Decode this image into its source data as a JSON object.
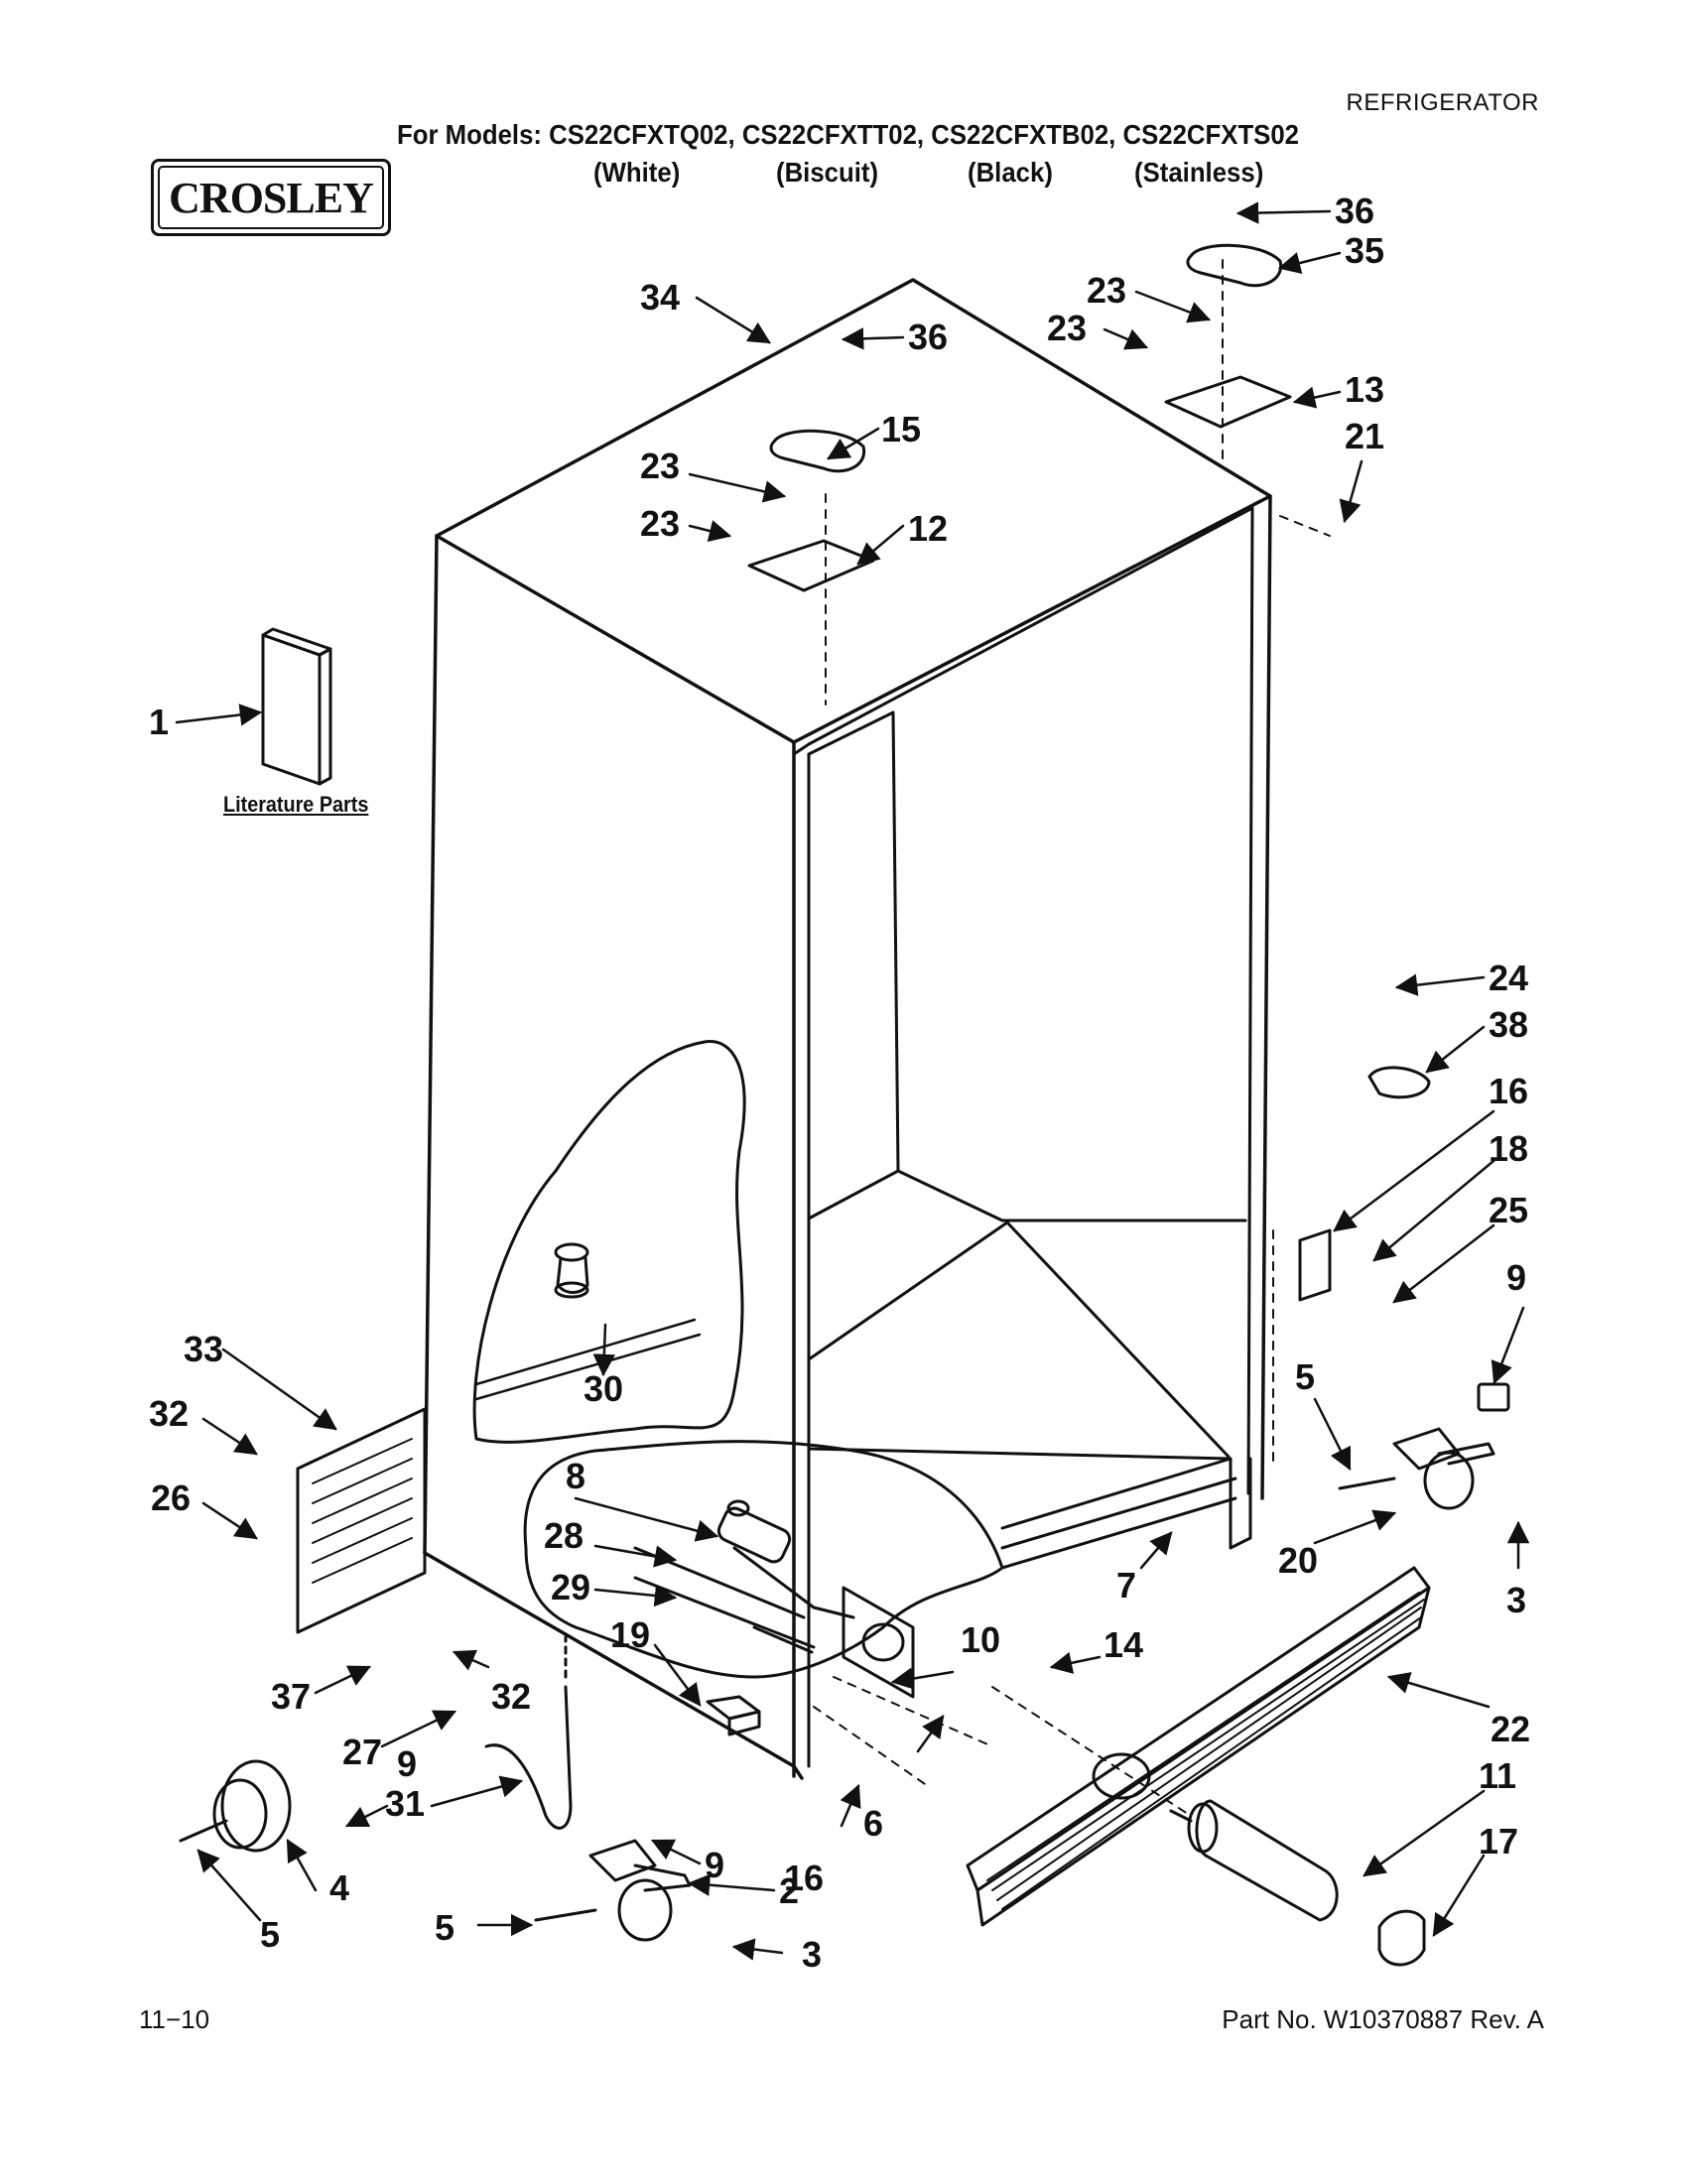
{
  "header": {
    "category": "REFRIGERATOR",
    "models_line": "For Models: CS22CFXTQ02, CS22CFXTT02, CS22CFXTB02, CS22CFXTS02",
    "variants": [
      "(White)",
      "(Biscuit)",
      "(Black)",
      "(Stainless)"
    ]
  },
  "brand": {
    "logo_text": "CROSLEY"
  },
  "literature_label": "Literature Parts",
  "footer": {
    "date_code": "11−10",
    "part_number": "Part No. W10370887 Rev. A"
  },
  "callouts": {
    "c1": "1",
    "c2": "2",
    "c3a": "3",
    "c3b": "3",
    "c4": "4",
    "c5a": "5",
    "c5b": "5",
    "c5c": "5",
    "c6": "6",
    "c7": "7",
    "c8": "8",
    "c9a": "9",
    "c9b": "9",
    "c9c": "9",
    "c10": "10",
    "c11": "11",
    "c12": "12",
    "c13": "13",
    "c14": "14",
    "c15": "15",
    "c16a": "16",
    "c16b": "16",
    "c17": "17",
    "c18": "18",
    "c19": "19",
    "c20": "20",
    "c21": "21",
    "c22": "22",
    "c23a": "23",
    "c23b": "23",
    "c23c": "23",
    "c23d": "23",
    "c24": "24",
    "c25": "25",
    "c26": "26",
    "c27": "27",
    "c28": "28",
    "c29": "29",
    "c30": "30",
    "c31": "31",
    "c32a": "32",
    "c32b": "32",
    "c33": "33",
    "c34": "34",
    "c35": "35",
    "c36a": "36",
    "c36b": "36",
    "c37": "37",
    "c38": "38"
  }
}
